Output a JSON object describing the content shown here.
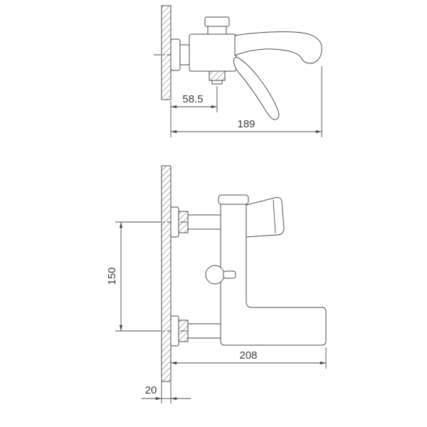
{
  "colors": {
    "line": "#4a4a4a",
    "background": "#ffffff",
    "text": "#3c3c3c"
  },
  "side_view": {
    "dim_wall_to_outlet": "58.5",
    "dim_overall_depth": "189"
  },
  "front_view": {
    "dim_inlet_spacing": "150",
    "dim_overall_length": "208",
    "dim_wall_thickness": "20"
  }
}
